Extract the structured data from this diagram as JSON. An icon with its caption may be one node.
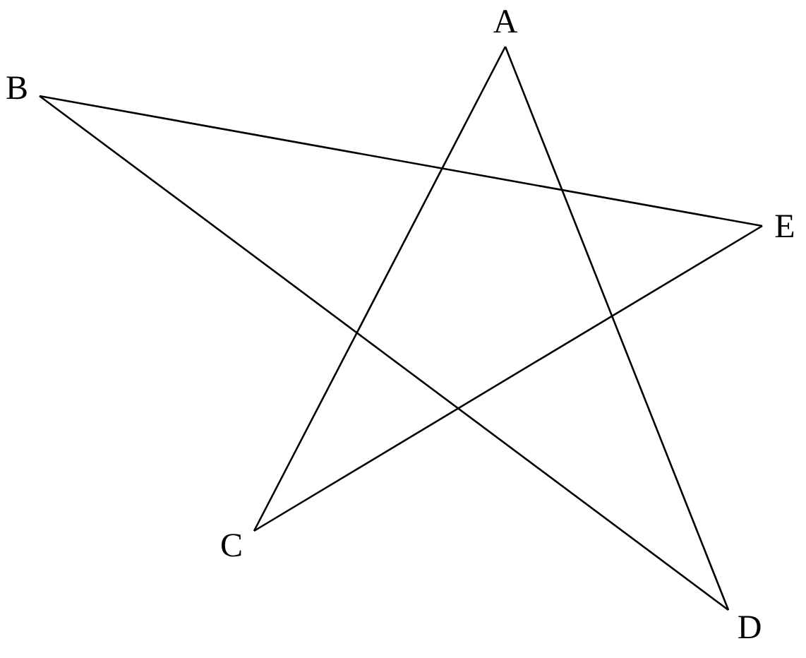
{
  "diagram": {
    "nodes": [
      {
        "text": [
          "A"
        ]
      },
      {
        "text": [
          "B"
        ]
      },
      {
        "text": [
          "C"
        ]
      },
      {
        "text": [
          "D"
        ]
      },
      {
        "text": [
          "E"
        ]
      }
    ],
    "edges": [
      {
        "from": 0,
        "to": 2,
        "arrow": "none"
      },
      {
        "from": 0,
        "to": 3,
        "arrow": "none"
      },
      {
        "from": 1,
        "to": 4,
        "arrow": "none"
      },
      {
        "from": 1,
        "to": 3,
        "arrow": "none"
      },
      {
        "from": 2,
        "to": 4,
        "arrow": "none"
      }
    ]
  }
}
